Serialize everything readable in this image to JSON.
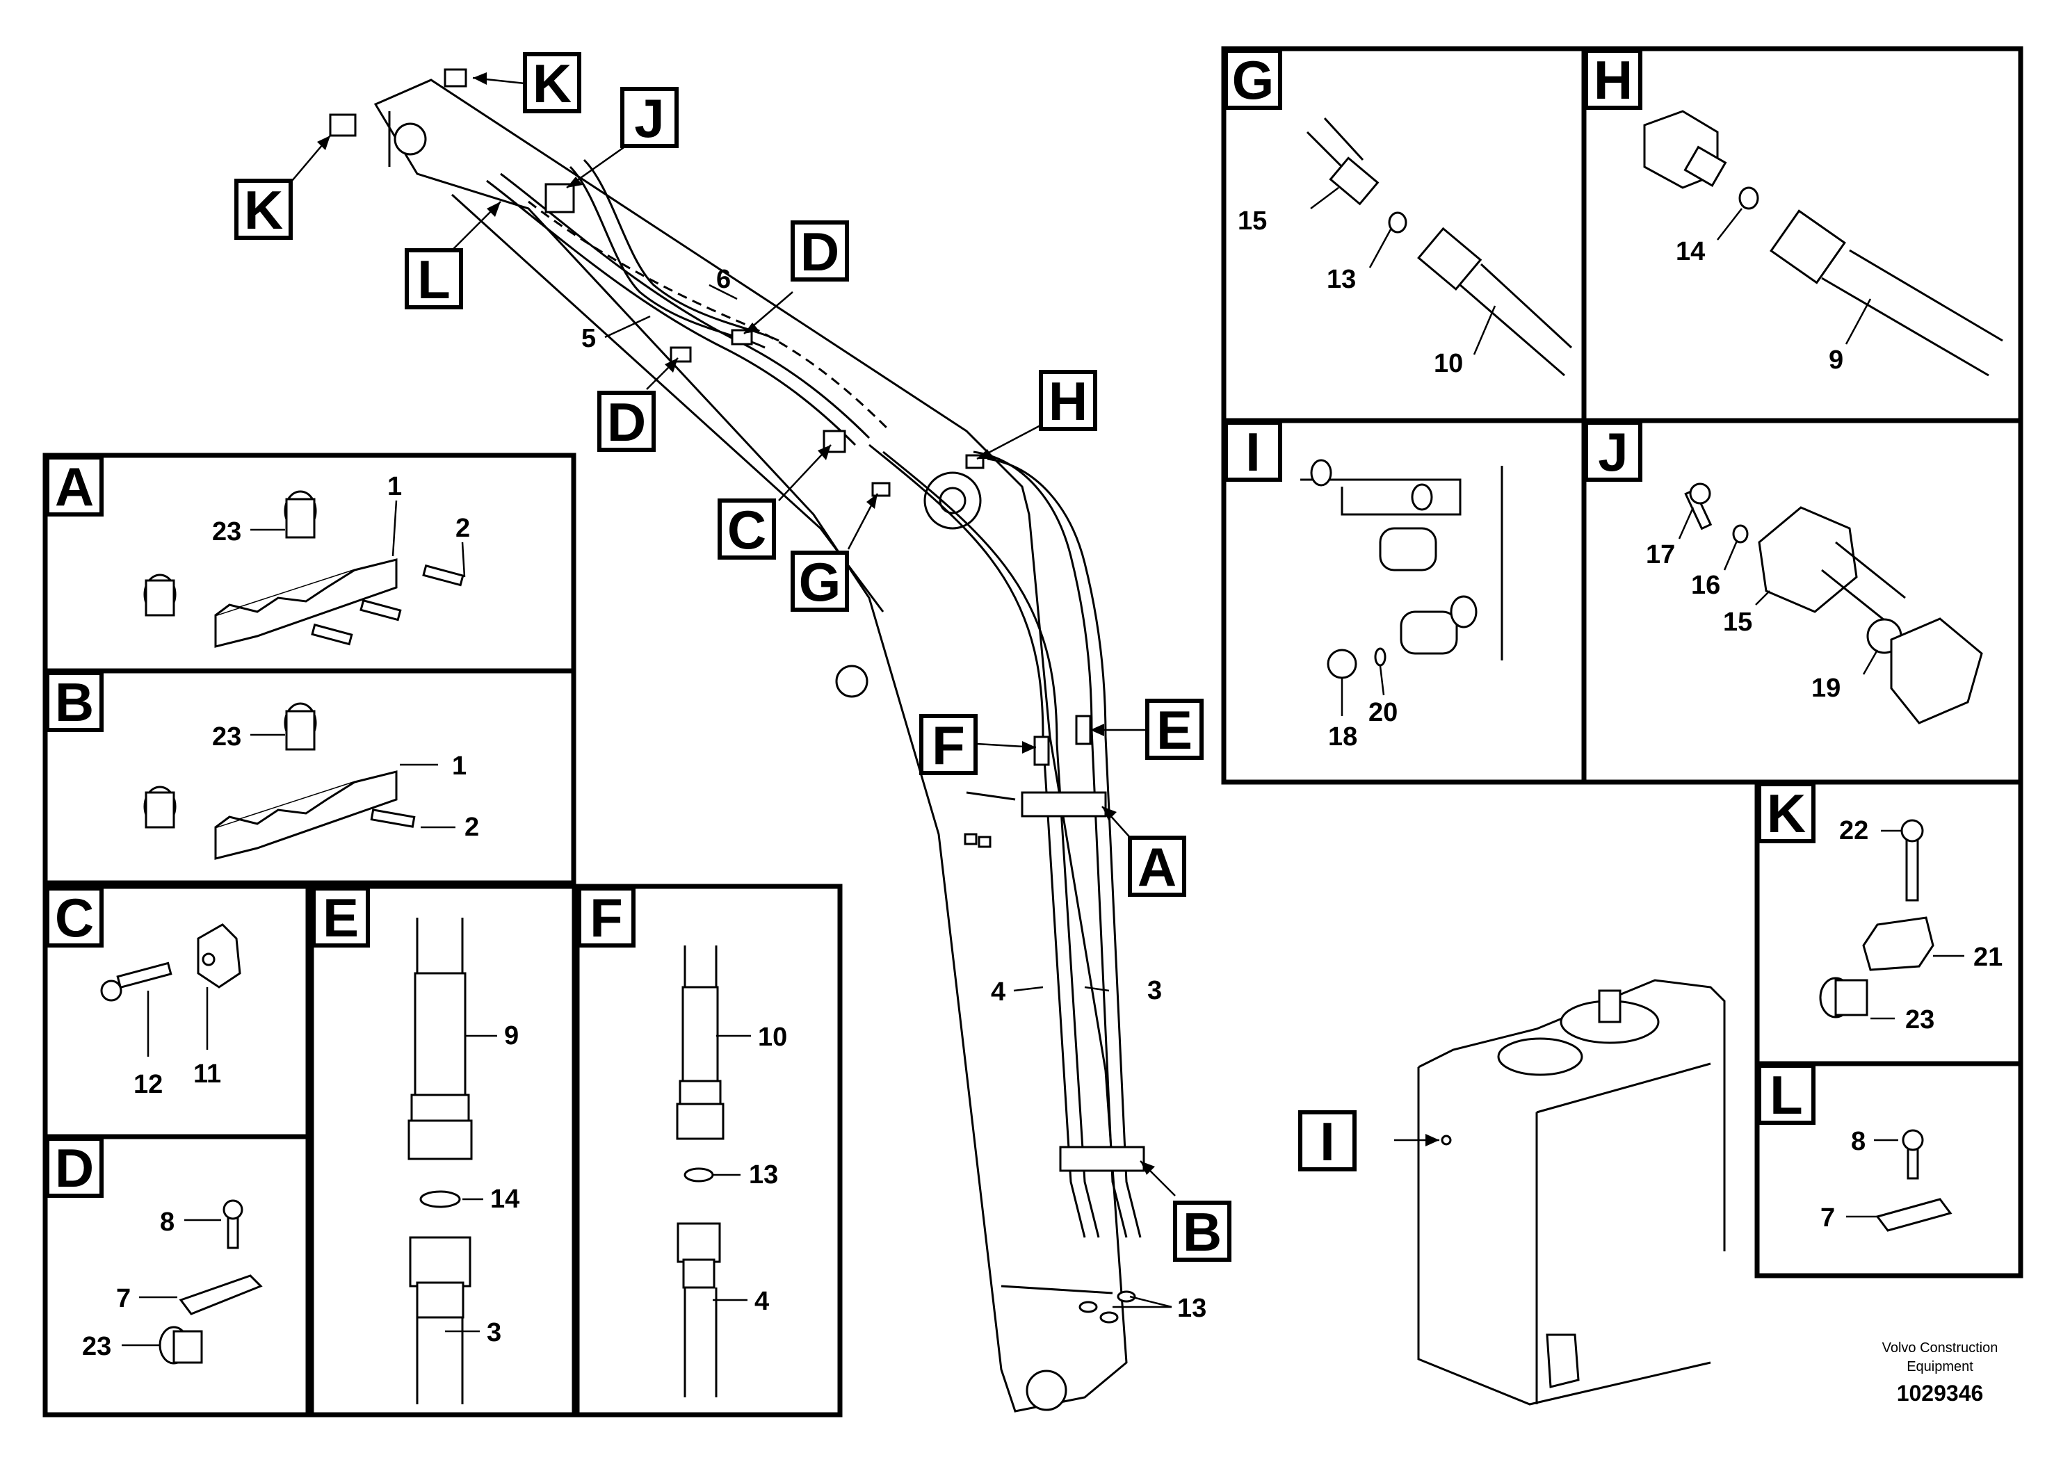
{
  "callouts": {
    "A": "A",
    "B": "B",
    "C": "C",
    "D": "D",
    "E": "E",
    "F": "F",
    "G": "G",
    "H": "H",
    "I": "I",
    "J": "J",
    "K": "K",
    "L": "L"
  },
  "numbers": {
    "n1": "1",
    "n2": "2",
    "n3": "3",
    "n4": "4",
    "n5": "5",
    "n6": "6",
    "n7": "7",
    "n8": "8",
    "n9": "9",
    "n10": "10",
    "n11": "11",
    "n12": "12",
    "n13": "13",
    "n14": "14",
    "n15": "15",
    "n16": "16",
    "n17": "17",
    "n18": "18",
    "n19": "19",
    "n20": "20",
    "n21": "21",
    "n22": "22",
    "n23": "23"
  },
  "footer": {
    "brand_line1": "Volvo Construction",
    "brand_line2": "Equipment",
    "doc_number": "1029346"
  }
}
